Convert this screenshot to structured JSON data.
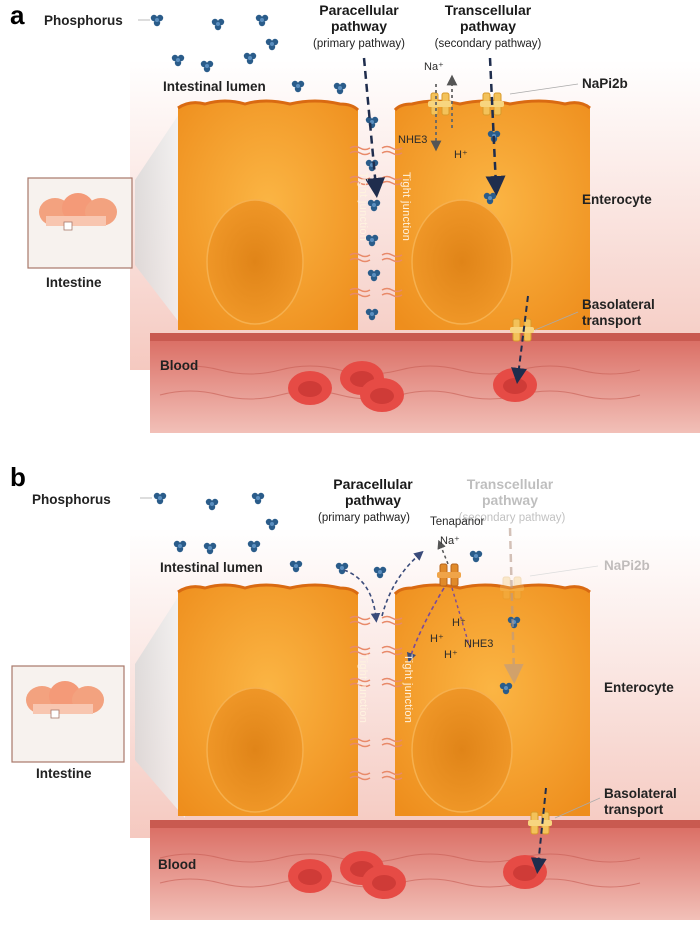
{
  "panels": [
    {
      "letter": "a",
      "phosphorus_label": "Phosphorus",
      "lumen_label": "Intestinal lumen",
      "paracellular_title": "Paracellular\npathway",
      "paracellular_sub": "(primary pathway)",
      "transcellular_title": "Transcellular\npathway",
      "transcellular_sub": "(secondary pathway)",
      "napi2b_label": "NaPi2b",
      "na_label": "Na⁺",
      "h_label": "H⁺",
      "nhe3_label": "NHE3",
      "tight_junction_label": "Tight junction",
      "enterocyte_label": "Enterocyte",
      "intestine_label": "Intestine",
      "basolateral_label": "Basolateral\ntransport",
      "blood_label": "Blood"
    },
    {
      "letter": "b",
      "phosphorus_label": "Phosphorus",
      "lumen_label": "Intestinal lumen",
      "paracellular_title": "Paracellular\npathway",
      "paracellular_sub": "(primary pathway)",
      "transcellular_title": "Transcellular\npathway",
      "transcellular_sub": "(secondary pathway)",
      "napi2b_label": "NaPi2b",
      "tenapanor_label": "Tenapanor",
      "na_label": "Na⁺",
      "h_labels": [
        "H⁺",
        "H⁺",
        "H⁺"
      ],
      "nhe3_label": "NHE3",
      "tight_junction_label": "Tight junction",
      "enterocyte_label": "Enterocyte",
      "intestine_label": "Intestine",
      "basolateral_label": "Basolateral\ntransport",
      "blood_label": "Blood"
    }
  ],
  "colors": {
    "cell": "#f6a226",
    "cell_dark": "#e8861a",
    "lumen": "#f7d3cc",
    "blood": "#e07a70",
    "rbc": "#e84b45",
    "phosphorus": "#2a5c8a",
    "arrow": "#1f2d4d",
    "transporter": "#f3c25a"
  },
  "icons": [
    "phosphorus-molecule-icon",
    "red-blood-cell-icon",
    "transporter-icon",
    "intestine-icon"
  ]
}
